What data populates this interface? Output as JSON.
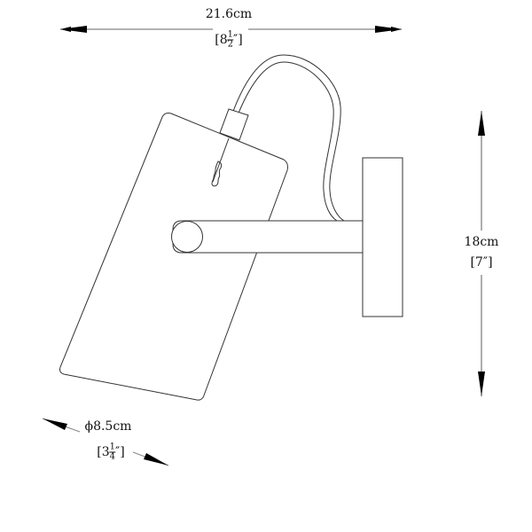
{
  "dimensions": {
    "width": {
      "metric": "21.6cm",
      "imperial_open": "[8",
      "imperial_num": "1",
      "imperial_den": "2",
      "imperial_close": "″]"
    },
    "height": {
      "metric": "18cm",
      "imperial": "[7″]"
    },
    "diameter": {
      "metric": "ϕ8.5cm",
      "imperial_open": "[3",
      "imperial_num": "1",
      "imperial_den": "4",
      "imperial_close": "″]"
    }
  }
}
